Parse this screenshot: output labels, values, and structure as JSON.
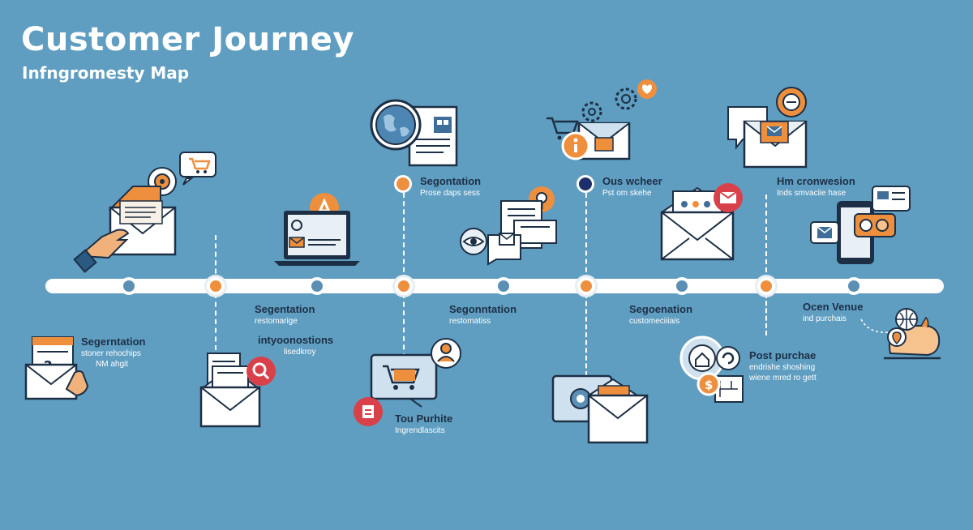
{
  "header": {
    "title": "Customer Journey",
    "subtitle": "Infngromesty Map"
  },
  "stages_top": [
    {
      "title": "Segontation",
      "subtitle": "Prose daps sess"
    },
    {
      "title": "Ous wcheer",
      "subtitle": "Pst om skehe"
    },
    {
      "title": "Hm cronwesion",
      "subtitle": "Inds smvaciie hase"
    }
  ],
  "stages_mid": [
    {
      "title": "Segentation",
      "subtitle": "restomarige"
    },
    {
      "title": "Segonntation",
      "subtitle": "restomatiss"
    },
    {
      "title": "Segoenation",
      "subtitle": "customeciiiais"
    },
    {
      "title": "Ocen Venue",
      "subtitle": "ind purchais"
    }
  ],
  "stages_bottom": [
    {
      "title": "Segerntation",
      "subtitle": "stoner rehochips",
      "subtitle2": "NM ahgit"
    },
    {
      "title": "intyoonostions",
      "subtitle": "lisedkroy"
    },
    {
      "title": "Tou Purhite",
      "subtitle": "Ingrendlascits"
    },
    {
      "title": "Post purchae",
      "subtitle": "endrishe shoshing",
      "subtitle2": "wiene mred ro gett"
    }
  ],
  "colors": {
    "background": "#5f9ec1",
    "orange": "#ee8f3e",
    "navy": "#1d2f45",
    "red": "#d9414a",
    "white": "#ffffff"
  }
}
